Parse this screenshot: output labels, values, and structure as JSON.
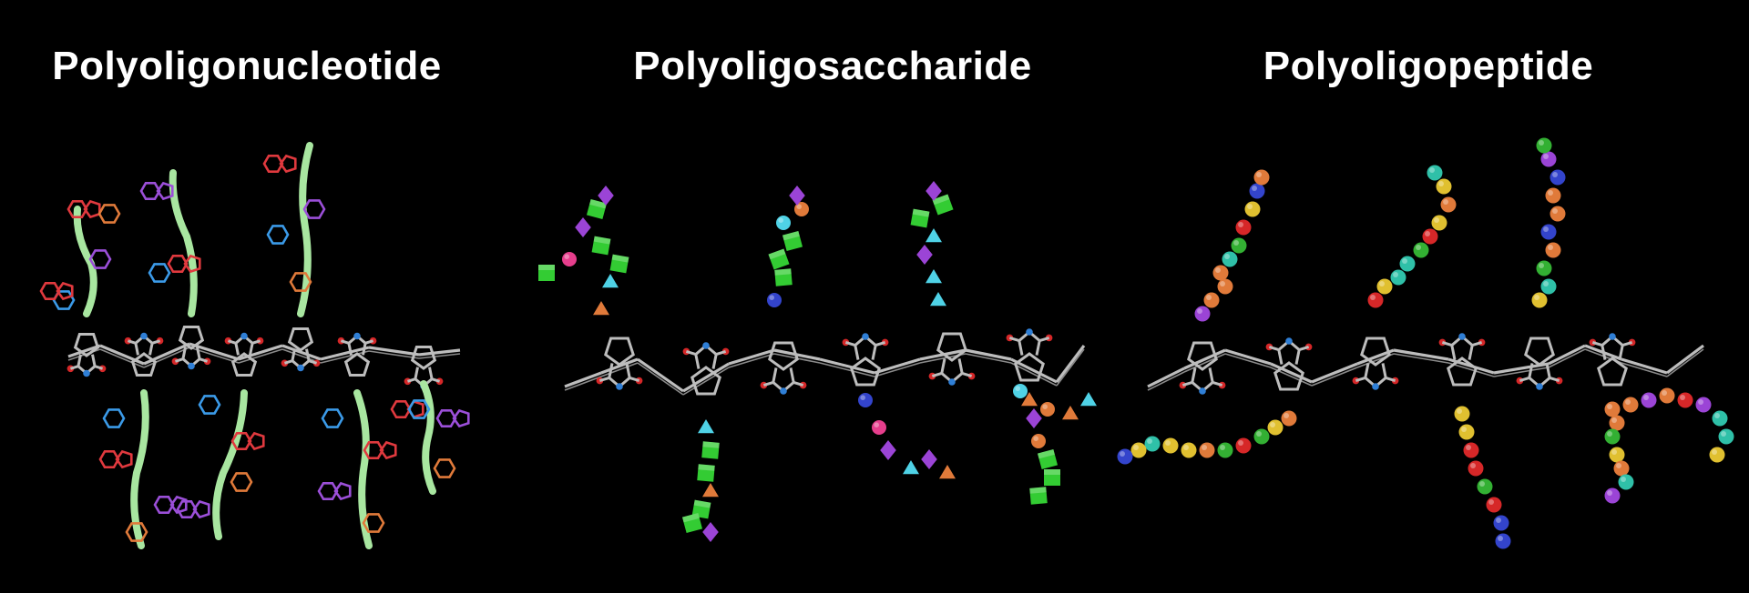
{
  "panels": [
    {
      "title": "Polyoligonucleotide",
      "kind": "nucleotide"
    },
    {
      "title": "Polyoligosaccharide",
      "kind": "saccharide"
    },
    {
      "title": "Polyoligopeptide",
      "kind": "peptide"
    }
  ],
  "colors": {
    "background": "#000000",
    "backbone": "#bdbdbd",
    "oxygen": "#d62728",
    "nitrogen": "#2f7fd6",
    "ribbon": "#a8e6a0",
    "nucleobases": [
      "#e0393e",
      "#9b4fd8",
      "#3b9ae8",
      "#e07a3a"
    ],
    "saccharide_units": [
      "#33cc33",
      "#9b44d6",
      "#e07a3a",
      "#3344cc",
      "#e63e8c",
      "#4fd2e6"
    ],
    "peptide_beads": [
      "#9b44d6",
      "#e07a3a",
      "#33b033",
      "#d62728",
      "#2fc0a8",
      "#3344cc",
      "#e0c030"
    ]
  }
}
